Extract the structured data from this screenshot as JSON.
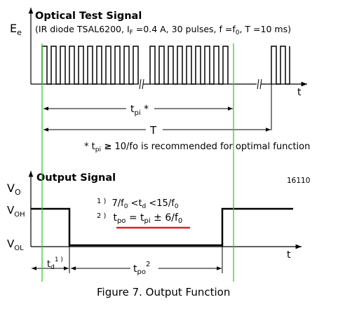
{
  "optical": {
    "axis_label": "E",
    "axis_sub": "e",
    "title": "Optical Test Signal",
    "cond_a": "(IR diode TSAL6200, I",
    "cond_sub_f": "F",
    "cond_b": " =0.4 A, 30 pulses, f =f",
    "cond_sub_0": "0",
    "cond_c": ", T =10 ms)",
    "t_label": "t",
    "tpi_main": "t",
    "tpi_sub": "pi",
    "tpi_star": " *",
    "T_label": "T",
    "note_star": "*",
    "note_t": " t",
    "note_sub": "pi",
    "note_geq": " ≥",
    "note_rest": " 10/fo is recommended for optimal function"
  },
  "output": {
    "axis_label": "V",
    "axis_sub": "O",
    "title": "Output Signal",
    "figure_id": "16110",
    "voh": "V",
    "voh_sub": "OH",
    "vol": "V",
    "vol_sub": "OL",
    "t_label": "t",
    "cond1_num": "1 )",
    "cond1_a": "7/f",
    "cond1_s1": "0",
    "cond1_b": " <t",
    "cond1_s2": "d",
    "cond1_c": " <15/f",
    "cond1_s3": "0",
    "cond2_num": "2 )",
    "cond2_a": "t",
    "cond2_s1": "po",
    "cond2_b": " = t",
    "cond2_s2": "pi",
    "cond2_c": " ± 6/f",
    "cond2_s3": "0",
    "td_main": "t",
    "td_sub": "d",
    "td_sup": "1 )",
    "tpo_main": "t",
    "tpo_sub": "po",
    "tpo_sup": "2"
  },
  "caption": "Figure 7.  Output Function",
  "colors": {
    "guide": "#33cc33",
    "underline": "#e8192c",
    "line": "#000000"
  }
}
